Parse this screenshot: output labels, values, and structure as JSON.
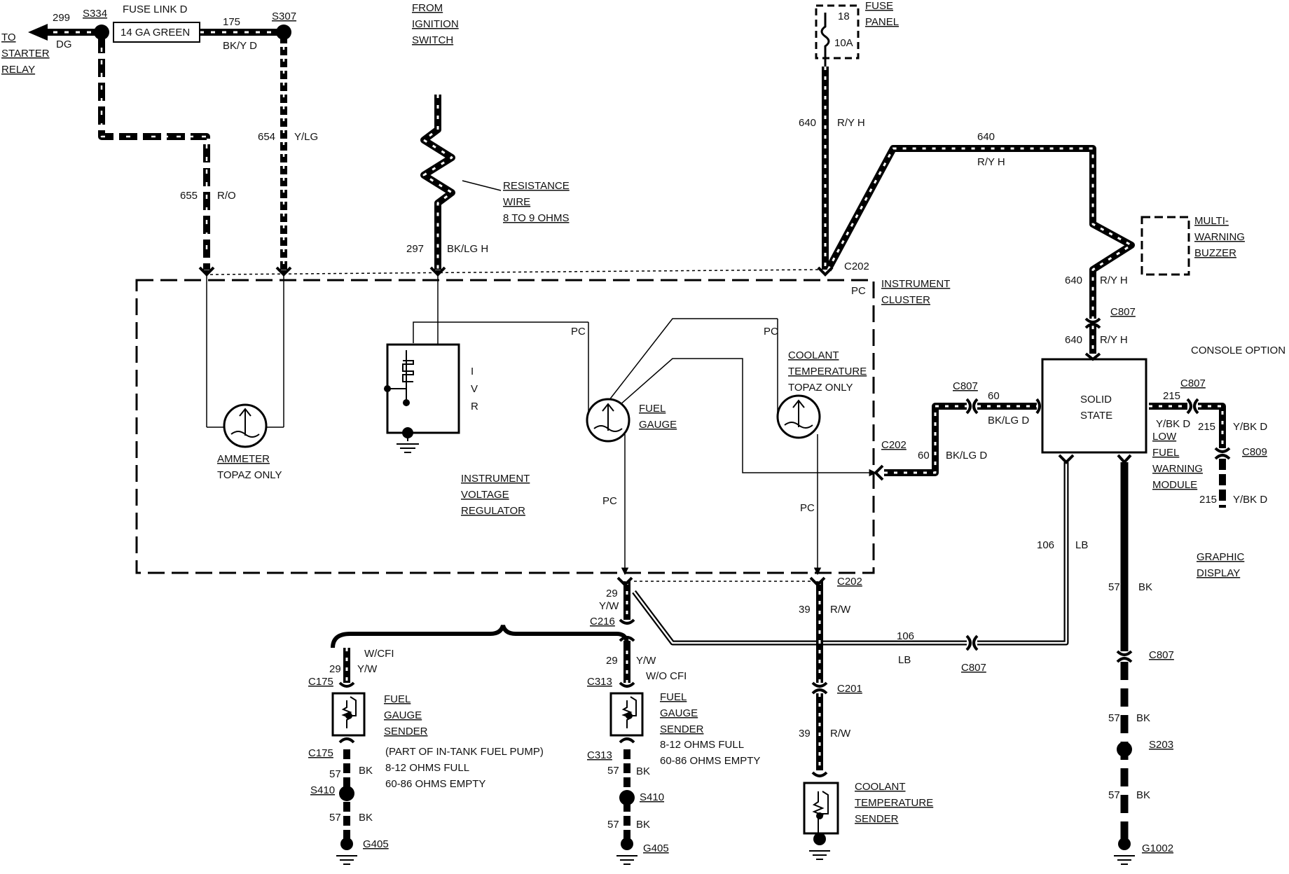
{
  "labels": {
    "to_starter_relay": [
      "TO",
      "STARTER",
      "RELAY"
    ],
    "w299": "299",
    "dg": "DG",
    "s334": "S334",
    "fuse_link": "FUSE LINK D",
    "ga14": "14 GA GREEN",
    "w175": "175",
    "bkyd": "BK/Y D",
    "s307": "S307",
    "ign": [
      "FROM",
      "IGNITION",
      "SWITCH"
    ],
    "fuse_panel": [
      "FUSE",
      "PANEL"
    ],
    "f18": "18",
    "f10a": "10A",
    "w654": "654",
    "ylg": "Y/LG",
    "w655": "655",
    "ro": "R/O",
    "res_wire": [
      "RESISTANCE",
      "WIRE",
      "8 TO 9 OHMS"
    ],
    "w297": "297",
    "bklgh": "BK/LG H",
    "w640a": "640",
    "ryh_a": "R/Y H",
    "w640b": "640",
    "ryh_b": "R/Y H",
    "c202_top": "C202",
    "pc_top": "PC",
    "instr_cluster": [
      "INSTRUMENT",
      "CLUSTER"
    ],
    "buzzer": [
      "MULTI-",
      "WARNING",
      "BUZZER"
    ],
    "w640c": "640",
    "ryh_c": "R/Y H",
    "c807_a": "C807",
    "w640d": "640",
    "ryh_d": "R/Y H",
    "console": "CONSOLE OPTION",
    "ivr": [
      "I",
      "V",
      "R"
    ],
    "pc1": "PC",
    "pc2": "PC",
    "coolant_temp": [
      "COOLANT",
      "TEMPERATURE"
    ],
    "topaz_only_c": "TOPAZ ONLY",
    "fuel_gauge": [
      "FUEL",
      "GAUGE"
    ],
    "ammeter": "AMMETER",
    "topaz_only_a": "TOPAZ ONLY",
    "ivr_label": [
      "INSTRUMENT",
      "VOLTAGE",
      "REGULATOR"
    ],
    "pc3": "PC",
    "pc4": "PC",
    "c807_b": "C807",
    "w60a": "60",
    "bklgd_a": "BK/LG D",
    "c202_mid": "C202",
    "w60b": "60",
    "bklgd_b": "BK/LG D",
    "solid_state": [
      "SOLID",
      "STATE"
    ],
    "w215a": "215",
    "c807_c": "C807",
    "ybkd_a": "Y/BK D",
    "w215b": "215",
    "ybkd_b": "Y/BK D",
    "lfwm": [
      "LOW",
      "FUEL",
      "WARNING",
      "MODULE"
    ],
    "c809": "C809",
    "w215c": "215",
    "ybkd_c": "Y/BK D",
    "graphic": [
      "GRAPHIC",
      "DISPLAY"
    ],
    "w106a": "106",
    "lb_a": "LB",
    "w57a": "57",
    "bk_a": "BK",
    "c202_bot": "C202",
    "w29a": "29",
    "yw_a": "Y/W",
    "c216": "C216",
    "w39a": "39",
    "rw_a": "R/W",
    "w106b": "106",
    "lb_b": "LB",
    "c807_d": "C807",
    "c807_e": "C807",
    "wcfi": "W/CFI",
    "w29b": "29",
    "yw_b": "Y/W",
    "c175a": "C175",
    "w29c": "29",
    "yw_c": "Y/W",
    "wocfi": "W/O CFI",
    "c313a": "C313",
    "c201": "C201",
    "sender1": [
      "FUEL",
      "GAUGE",
      "SENDER"
    ],
    "sender1_note": [
      "(PART OF IN-TANK FUEL PUMP)",
      "8-12 OHMS FULL",
      "60-86 OHMS EMPTY"
    ],
    "sender2": [
      "FUEL",
      "GAUGE",
      "SENDER"
    ],
    "sender2_note": [
      "8-12 OHMS FULL",
      "60-86 OHMS EMPTY"
    ],
    "c175b": "C175",
    "c313b": "C313",
    "w39b": "39",
    "rw_b": "R/W",
    "w57b": "57",
    "bk_b": "BK",
    "w57c": "57",
    "bk_c": "BK",
    "w57d": "57",
    "bk_d": "BK",
    "s203": "S203",
    "s410a": "S410",
    "s410b": "S410",
    "coolant_sender": [
      "COOLANT",
      "TEMPERATURE",
      "SENDER"
    ],
    "w57e": "57",
    "bk_e": "BK",
    "w57f": "57",
    "bk_f": "BK",
    "w57g": "57",
    "bk_g": "BK",
    "g405a": "G405",
    "g405b": "G405",
    "g1002": "G1002"
  }
}
